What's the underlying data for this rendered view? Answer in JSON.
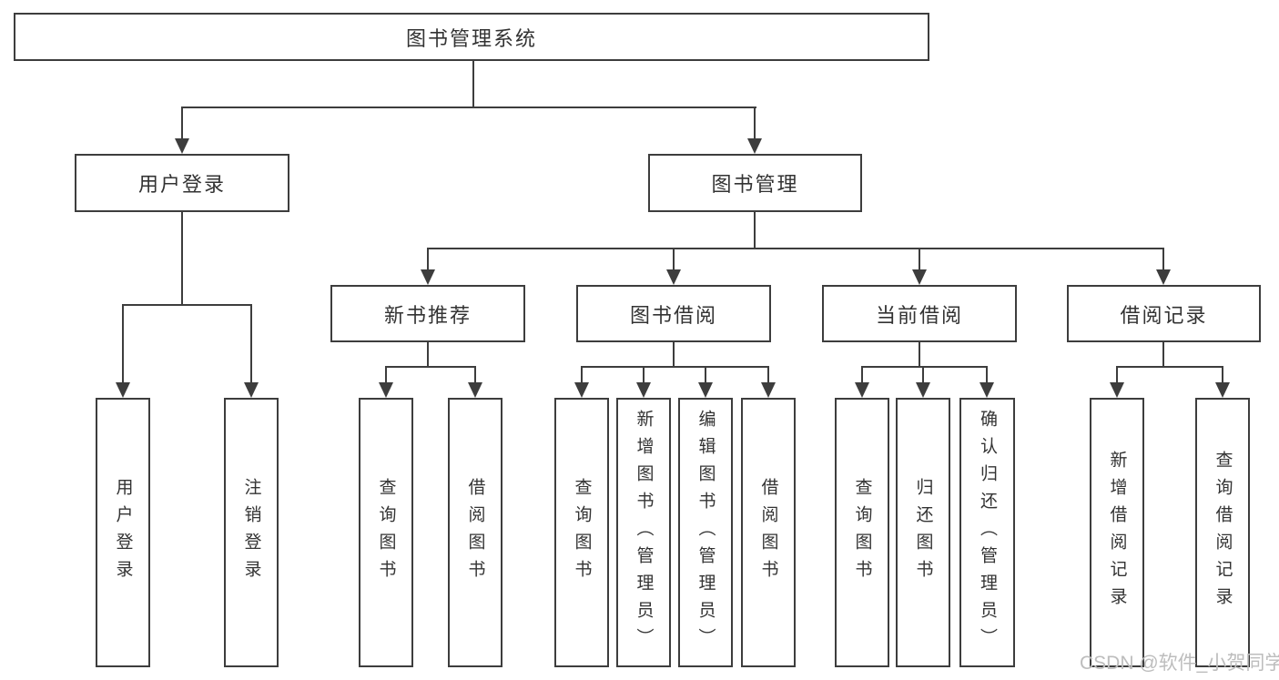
{
  "diagram": {
    "type": "tree",
    "root": {
      "label": "图书管理系统",
      "children": [
        {
          "label": "用户登录",
          "children": [
            {
              "label": "用户登录"
            },
            {
              "label": "注销登录"
            }
          ]
        },
        {
          "label": "图书管理",
          "children": [
            {
              "label": "新书推荐",
              "children": [
                {
                  "label": "查询图书"
                },
                {
                  "label": "借阅图书"
                }
              ]
            },
            {
              "label": "图书借阅",
              "children": [
                {
                  "label": "查询图书"
                },
                {
                  "label": "新增图书（管理员）"
                },
                {
                  "label": "编辑图书（管理员）"
                },
                {
                  "label": "借阅图书"
                }
              ]
            },
            {
              "label": "当前借阅",
              "children": [
                {
                  "label": "查询图书"
                },
                {
                  "label": "归还图书"
                },
                {
                  "label": "确认归还（管理员）"
                }
              ]
            },
            {
              "label": "借阅记录",
              "children": [
                {
                  "label": "新增借阅记录"
                },
                {
                  "label": "查询借阅记录"
                }
              ]
            }
          ]
        }
      ]
    }
  },
  "watermark": {
    "text": "CSDN @软件_小贺同学"
  },
  "colors": {
    "line": "#3d3d3d",
    "text": "#333333",
    "watermark": "#bdbdbd",
    "background": "#ffffff"
  }
}
